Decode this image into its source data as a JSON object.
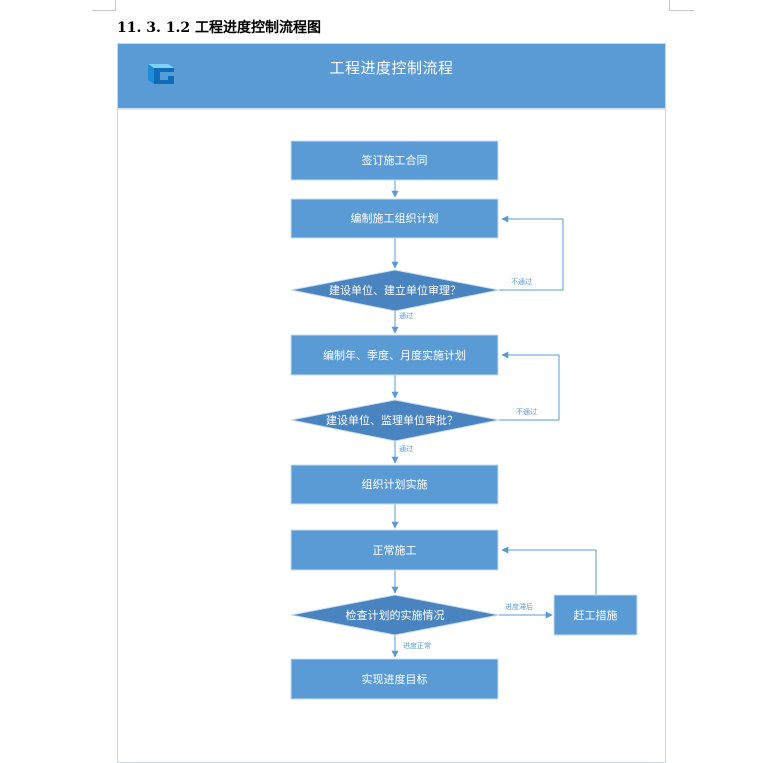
{
  "document": {
    "heading": "11. 3. 1.2 工程进度控制流程图"
  },
  "banner": {
    "title": "工程进度控制流程"
  },
  "colors": {
    "process_fill": "#5b9bd5",
    "decision_fill": "#4a84c0",
    "connector": "#5b9bd5",
    "banner": "#5b9bd5"
  },
  "flow": {
    "nodes": {
      "sign_contract": "签订施工合同",
      "prepare_org_plan": "编制施工组织计划",
      "review_1": "建设单位、建立单位审理？",
      "prepare_period_plans": "编制年、季度、月度实施计划",
      "review_2": "建设单位、监理单位审批？",
      "organize_implementation": "组织计划实施",
      "normal_construction": "正常施工",
      "check_plan": "检查计划的实施情况",
      "catch_up": "赶工措施",
      "achieve_goal": "实现进度目标"
    },
    "edge_labels": {
      "review_1_fail": "不通过",
      "review_1_pass": "通过",
      "review_2_fail": "不通过",
      "review_2_pass": "通过",
      "check_behind": "进度滞后",
      "check_normal": "进度正常"
    }
  }
}
